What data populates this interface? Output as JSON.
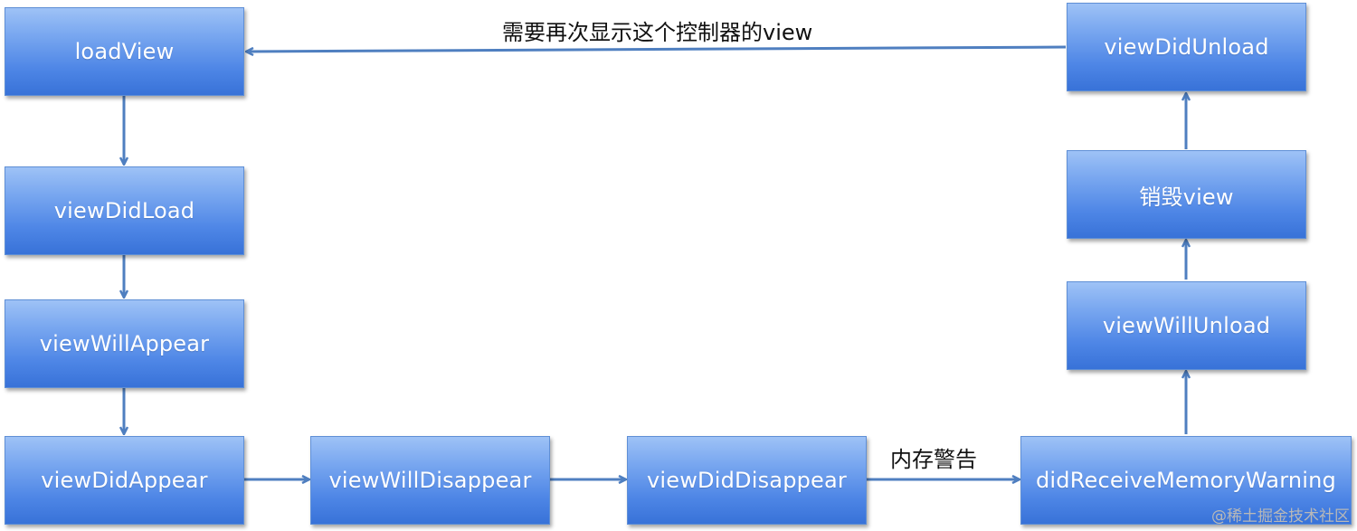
{
  "nodes": {
    "load_view": "loadView",
    "view_did_load": "viewDidLoad",
    "view_will_appear": "viewWillAppear",
    "view_did_appear": "viewDidAppear",
    "view_will_disappear": "viewWillDisappear",
    "view_did_disappear": "viewDidDisappear",
    "did_receive_memory_warning": "didReceiveMemoryWarning",
    "view_will_unload": "viewWillUnload",
    "destroy_view": "销毁view",
    "view_did_unload": "viewDidUnload"
  },
  "edges": {
    "memory_warning_label": "内存警告",
    "redisplay_label": "需要再次显示这个控制器的view"
  },
  "watermark": "@稀土掘金技术社区",
  "colors": {
    "node_fill_top": "#9ec2f6",
    "node_fill_bottom": "#3872d8",
    "arrow": "#4f7fc0",
    "label_text": "#111111"
  }
}
